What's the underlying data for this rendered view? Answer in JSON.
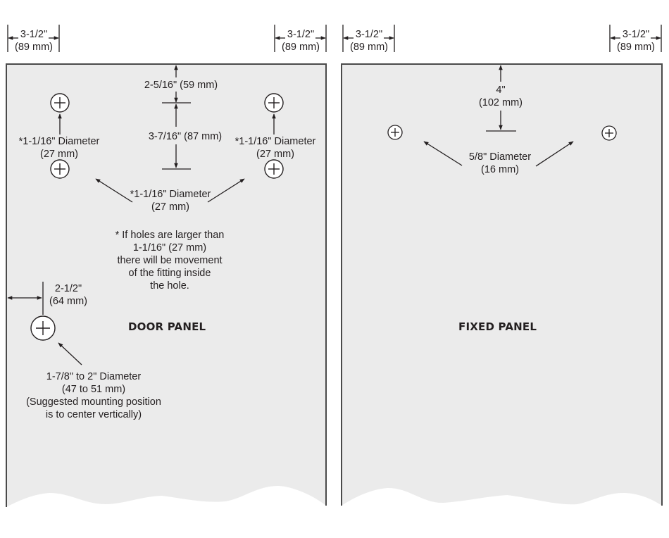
{
  "colors": {
    "panel_fill": "#ebebeb",
    "panel_border": "#4a4a4a",
    "ink": "#231f20",
    "background": "#ffffff"
  },
  "door_panel": {
    "title": "DOOR PANEL",
    "edge_dimensions": [
      {
        "line1": "3-1/2\"",
        "line2": "(89 mm)"
      },
      {
        "line1": "3-1/2\"",
        "line2": "(89 mm)"
      }
    ],
    "top_offset": "2-5/16\" (59 mm)",
    "hole_spacing": "3-7/16\" (87 mm)",
    "left_hole_label": {
      "line1": "*1-1/16\" Diameter",
      "line2": "(27 mm)"
    },
    "right_hole_label": {
      "line1": "*1-1/16\" Diameter",
      "line2": "(27 mm)"
    },
    "center_hole_label": {
      "line1": "*1-1/16\" Diameter",
      "line2": "(27 mm)"
    },
    "footnote": {
      "line1": "* If holes are larger than",
      "line2": "1-1/16\" (27 mm)",
      "line3": "there will be movement",
      "line4": "of the fitting inside",
      "line5": "the hole."
    },
    "handle_offset": {
      "line1": "2-1/2\"",
      "line2": "(64 mm)"
    },
    "handle_hole_label": {
      "line1": "1-7/8\" to 2\" Diameter",
      "line2": "(47 to 51 mm)",
      "line3": "(Suggested mounting position",
      "line4": "is to center vertically)"
    }
  },
  "fixed_panel": {
    "title": "FIXED PANEL",
    "edge_dimensions": [
      {
        "line1": "3-1/2\"",
        "line2": "(89 mm)"
      },
      {
        "line1": "3-1/2\"",
        "line2": "(89 mm)"
      }
    ],
    "top_offset": {
      "line1": "4\"",
      "line2": "(102 mm)"
    },
    "hole_label": {
      "line1": "5/8\" Diameter",
      "line2": "(16 mm)"
    }
  }
}
